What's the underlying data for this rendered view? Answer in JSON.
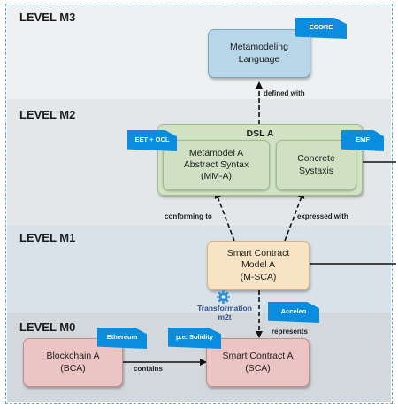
{
  "levels": {
    "m3": "LEVEL M3",
    "m2": "LEVEL M2",
    "m1": "LEVEL M1",
    "m0": "LEVEL M0"
  },
  "nodes": {
    "metamodeling_language": "Metamodeling\nLanguage",
    "dsl_title": "DSL A",
    "abstract_syntax": "Metamodel A\nAbstract Syntax\n(MM-A)",
    "concrete_syntax": "Concrete\nSystaxis",
    "smart_contract_model": "Smart Contract\nModel A\n(M-SCA)",
    "blockchain": "Blockchain A\n(BCA)",
    "smart_contract": "Smart Contract A\n(SCA)"
  },
  "tags": {
    "ecore": "ECORE",
    "eet_ocl": "EET + OCL",
    "emf": "EMF",
    "acceleo": "Acceleo",
    "ethereum": "Ethereum",
    "solidity": "p.e. Solidity"
  },
  "edge_labels": {
    "defined_with": "defined with",
    "conforming_to": "conforming to",
    "expressed_with": "expressed with",
    "represents": "represents",
    "contains": "contains",
    "transformation": "Transformation\nm2t"
  },
  "colors": {
    "tag": "#0b8ddf",
    "frame": "#5aa9d6",
    "transformation_text": "#2f4f88",
    "gear": "#2f8fd8"
  },
  "icons": {
    "transformation": "gear-icon"
  }
}
